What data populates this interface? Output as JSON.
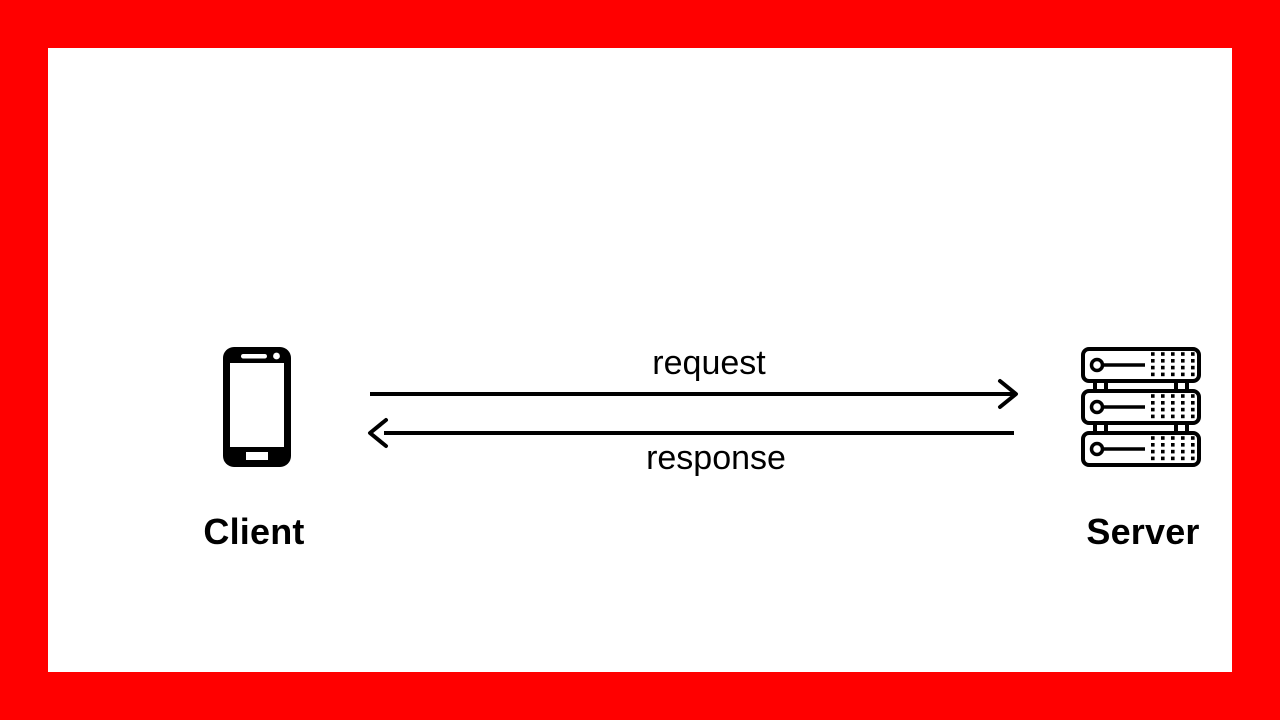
{
  "diagram": {
    "nodes": {
      "client": {
        "label": "Client",
        "icon": "smartphone-icon"
      },
      "server": {
        "label": "Server",
        "icon": "server-rack-icon"
      }
    },
    "arrows": {
      "request": {
        "label": "request",
        "direction": "client-to-server"
      },
      "response": {
        "label": "response",
        "direction": "server-to-client"
      }
    },
    "colors": {
      "border": "#FF0000",
      "canvas": "#FFFFFF",
      "ink": "#000000"
    }
  }
}
